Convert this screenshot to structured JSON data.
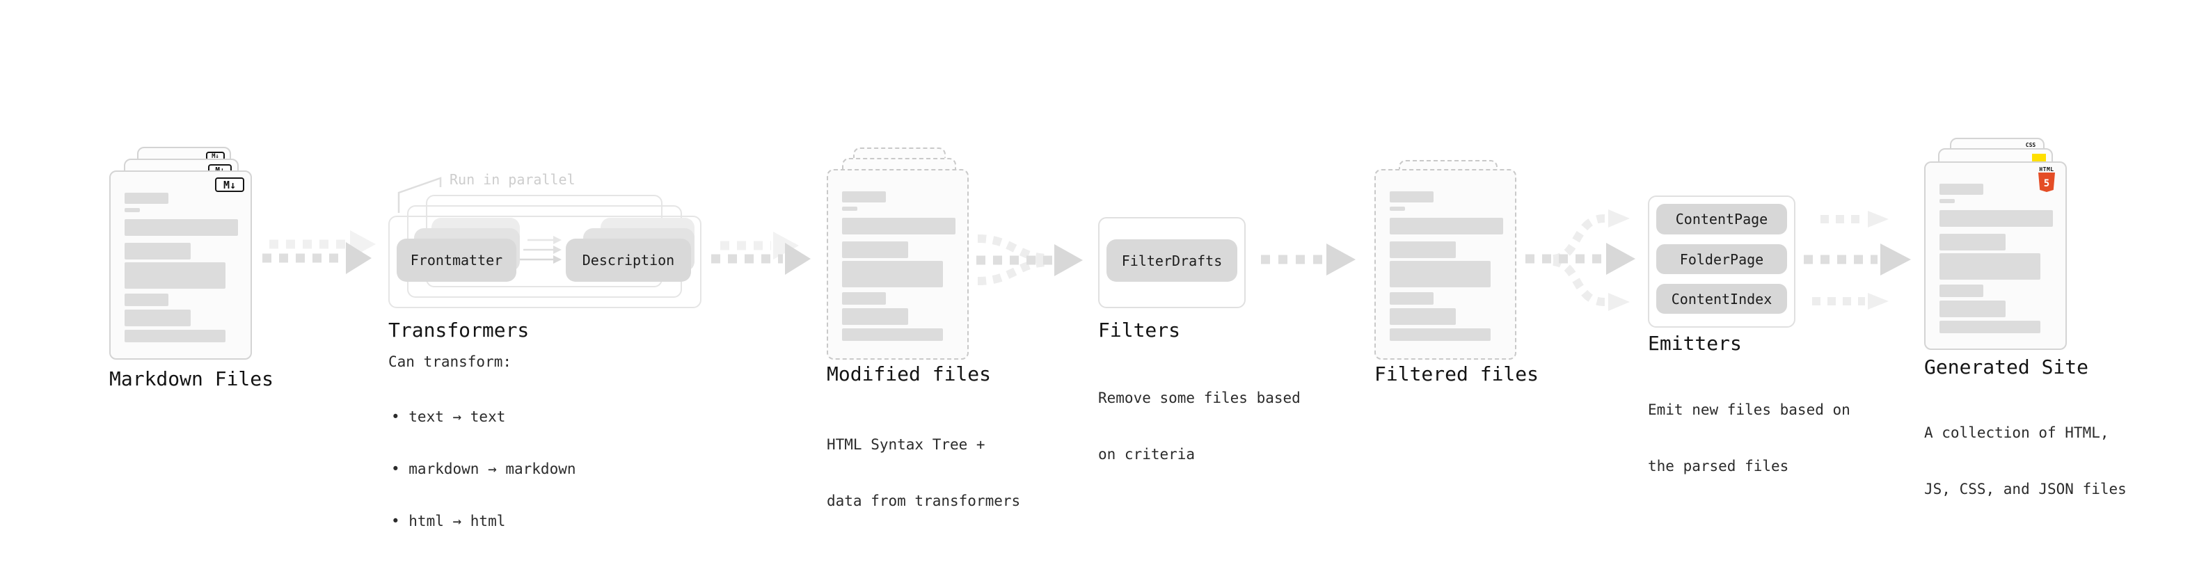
{
  "diagram": {
    "stages": {
      "markdown_files": {
        "label": "Markdown Files",
        "badge": "M↓"
      },
      "transformers": {
        "label": "Transformers",
        "note": "Run in parallel",
        "input_button": "Frontmatter",
        "output_button": "Description",
        "desc_heading": "Can transform:",
        "bullets": [
          "• text → text",
          "• markdown → markdown",
          "• html → html"
        ]
      },
      "modified_files": {
        "label": "Modified files",
        "desc_line1": "HTML Syntax Tree +",
        "desc_line2": "data from transformers"
      },
      "filters": {
        "label": "Filters",
        "button": "FilterDrafts",
        "desc_line1": "Remove some files based",
        "desc_line2": "on criteria"
      },
      "filtered_files": {
        "label": "Filtered files"
      },
      "emitters": {
        "label": "Emitters",
        "buttons": [
          "ContentPage",
          "FolderPage",
          "ContentIndex"
        ],
        "desc_line1": "Emit new files based on",
        "desc_line2": "the parsed files"
      },
      "generated_site": {
        "label": "Generated Site",
        "desc_line1": "A collection of HTML,",
        "desc_line2": "JS, CSS, and JSON files",
        "icons": {
          "html_label": "HTML",
          "html_number": "5",
          "css_label": "CSS"
        }
      }
    },
    "colors": {
      "html5_orange": "#e44d26",
      "js_yellow": "#ffdf00",
      "css_blue": "#2d63f1",
      "bar_grey": "#dcdcdc",
      "button_grey": "#d9d9d9"
    }
  }
}
